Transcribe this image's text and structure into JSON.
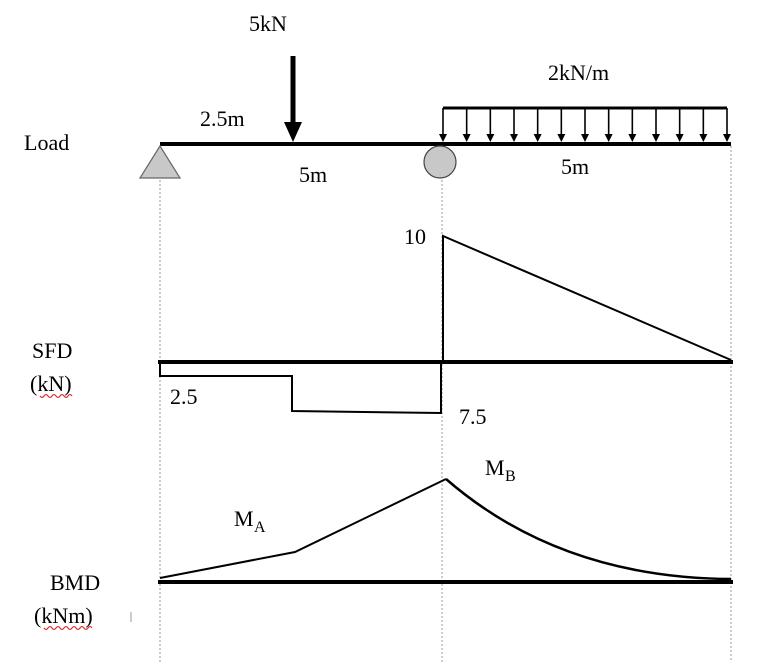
{
  "load": {
    "row_label": "Load",
    "point_load": "5kN",
    "point_load_position": "2.5m",
    "span_ab": "5m",
    "udl": "2kN/m",
    "span_bc": "5m"
  },
  "sfd": {
    "label_line1": "SFD",
    "label_line2": "(kN)",
    "value_a": "2.5",
    "value_b_left": "7.5",
    "value_b_right": "10"
  },
  "bmd": {
    "label_line1": "BMD",
    "label_line2": "(kNm)",
    "moment_a_main": "M",
    "moment_a_sub": "A",
    "moment_b_main": "M",
    "moment_b_sub": "B"
  },
  "colors": {
    "support_fill": "#c8c8c8",
    "guide_line": "#999999",
    "spellcheck_underline": "#dd3333"
  }
}
